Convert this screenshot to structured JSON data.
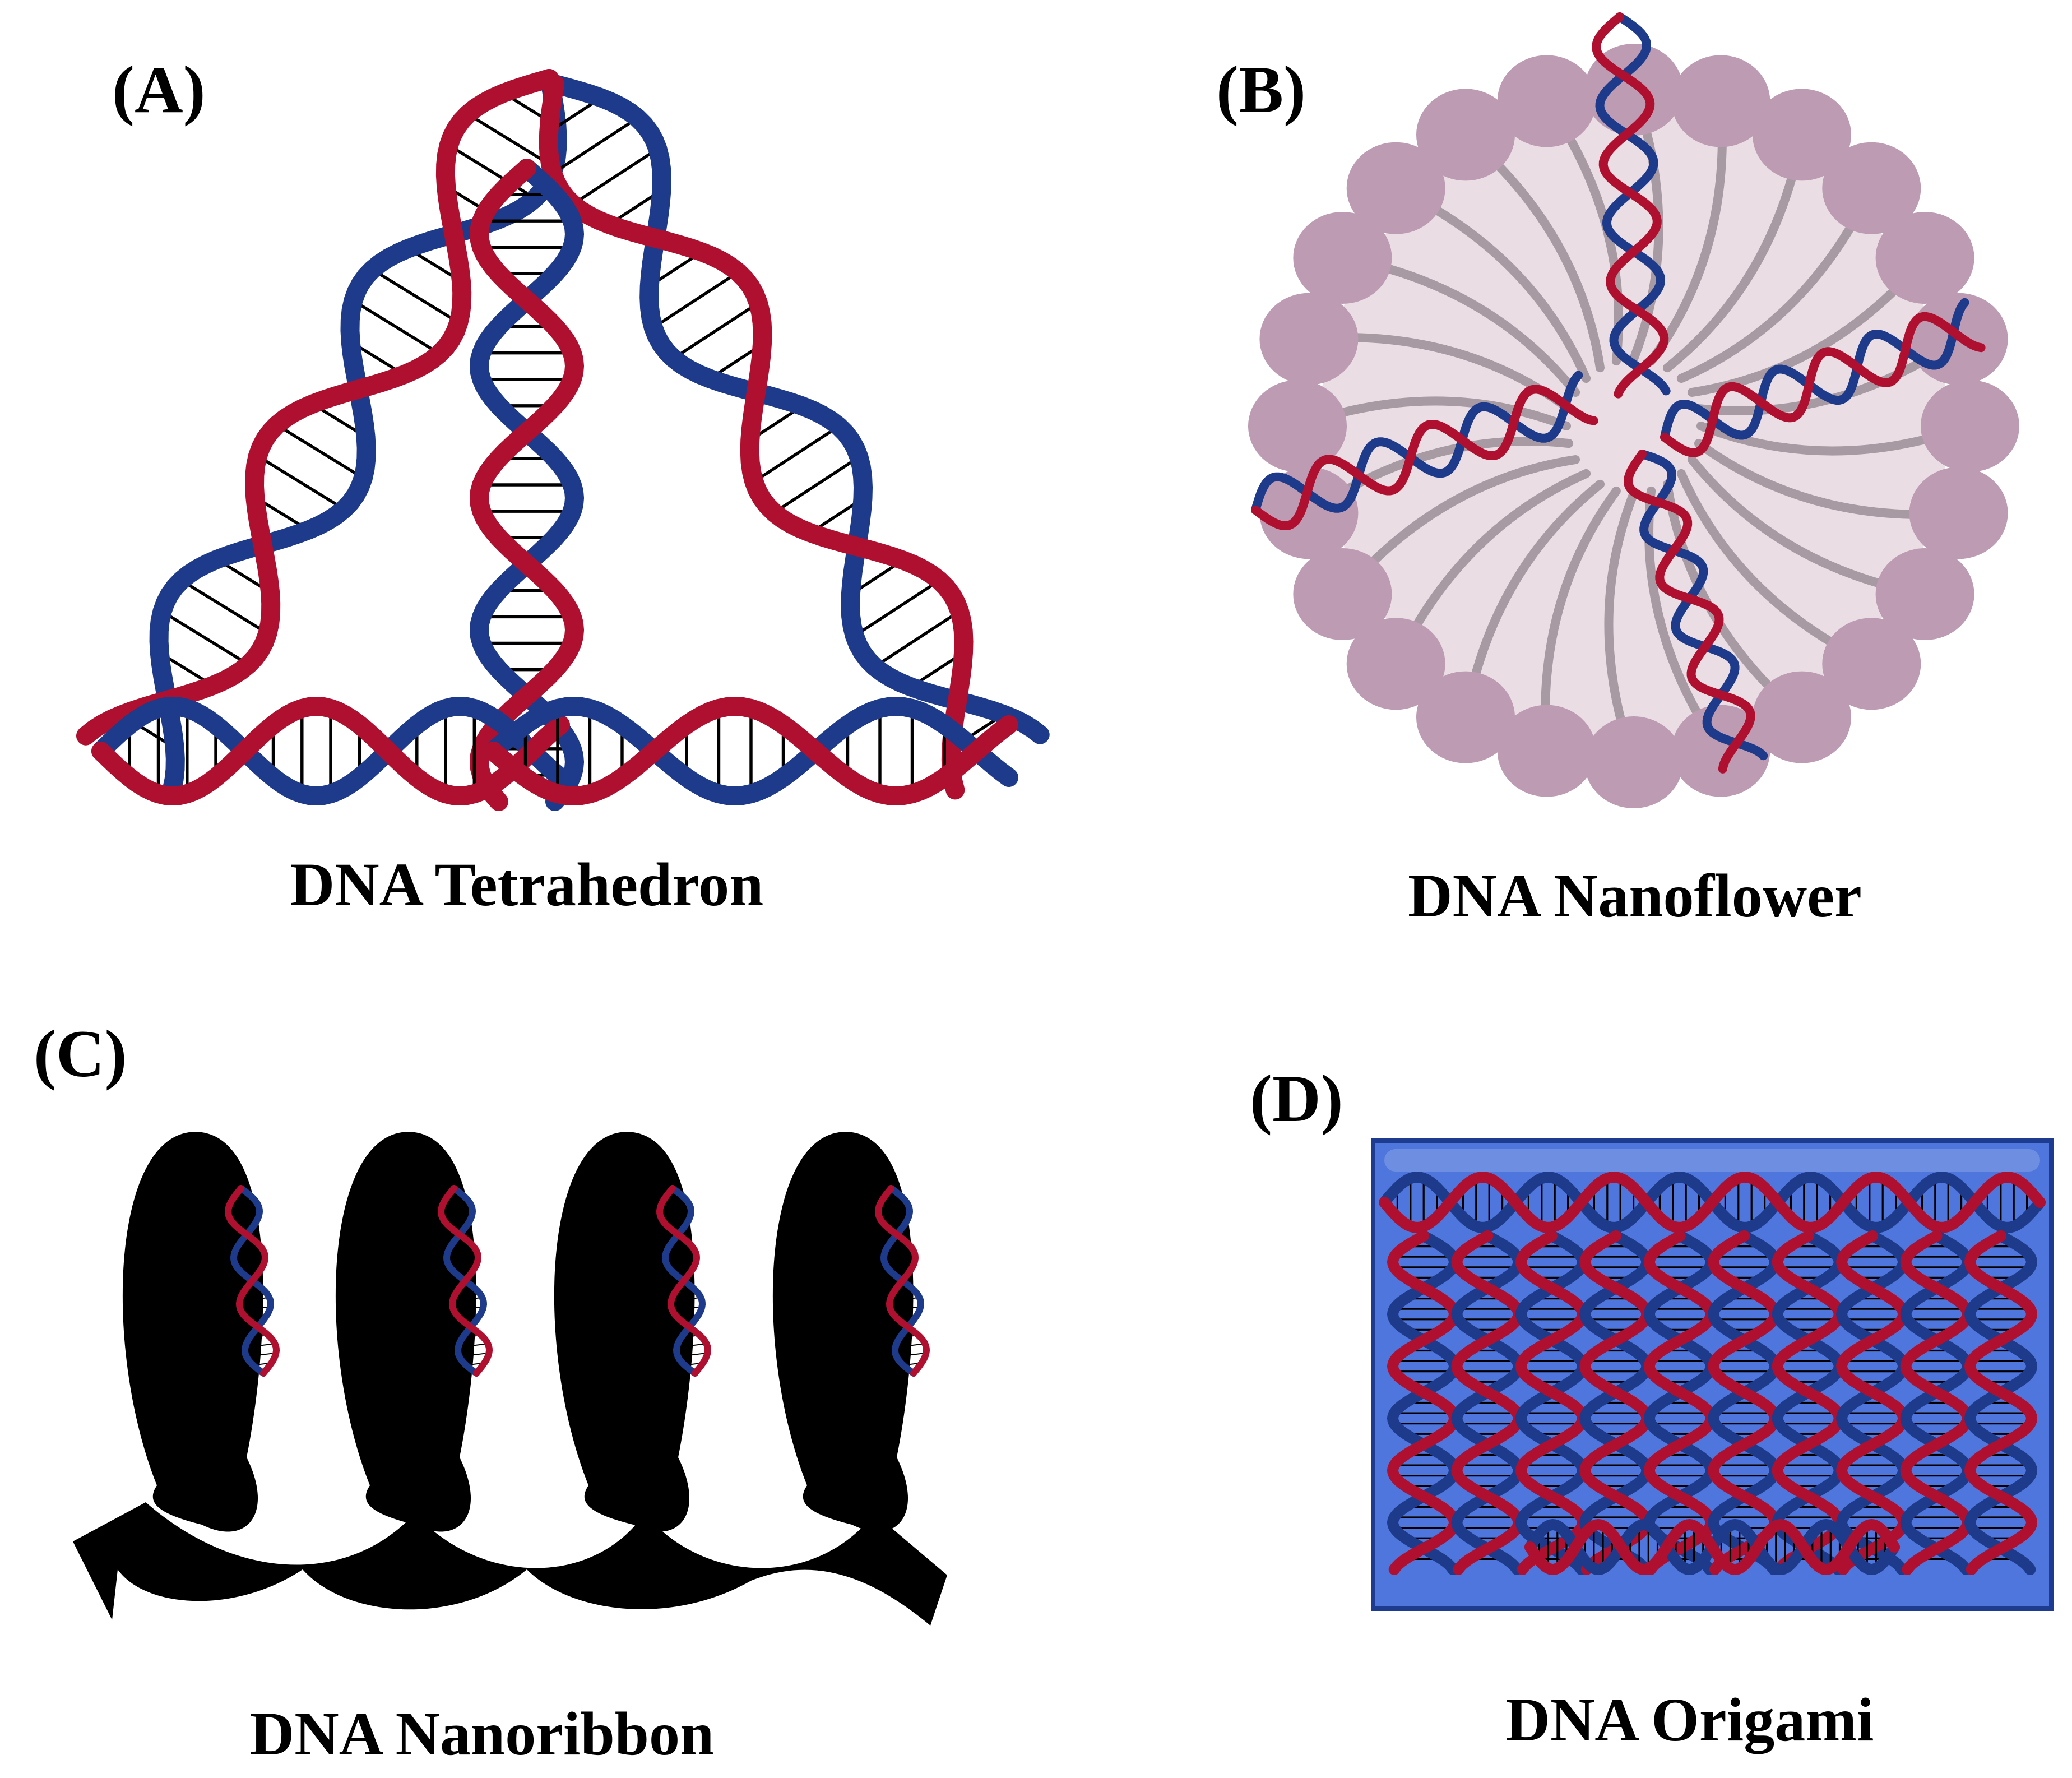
{
  "colors": {
    "strand_red": "#b0102f",
    "strand_blue": "#1e3a8a",
    "lipid_head": "#bc9bb3",
    "lipid_body": "#eadde3",
    "lipid_tail": "#a89aa3",
    "origami_fill": "#4f76dc",
    "origami_border": "#1d3b8f"
  },
  "panels": {
    "a": {
      "letter": "(A)",
      "caption": "DNA Tetrahedron"
    },
    "b": {
      "letter": "(B)",
      "caption": "DNA Nanoflower"
    },
    "c": {
      "letter": "(C)",
      "caption": "DNA Nanoribbon"
    },
    "d": {
      "letter": "(D)",
      "caption": "DNA Origami"
    }
  }
}
